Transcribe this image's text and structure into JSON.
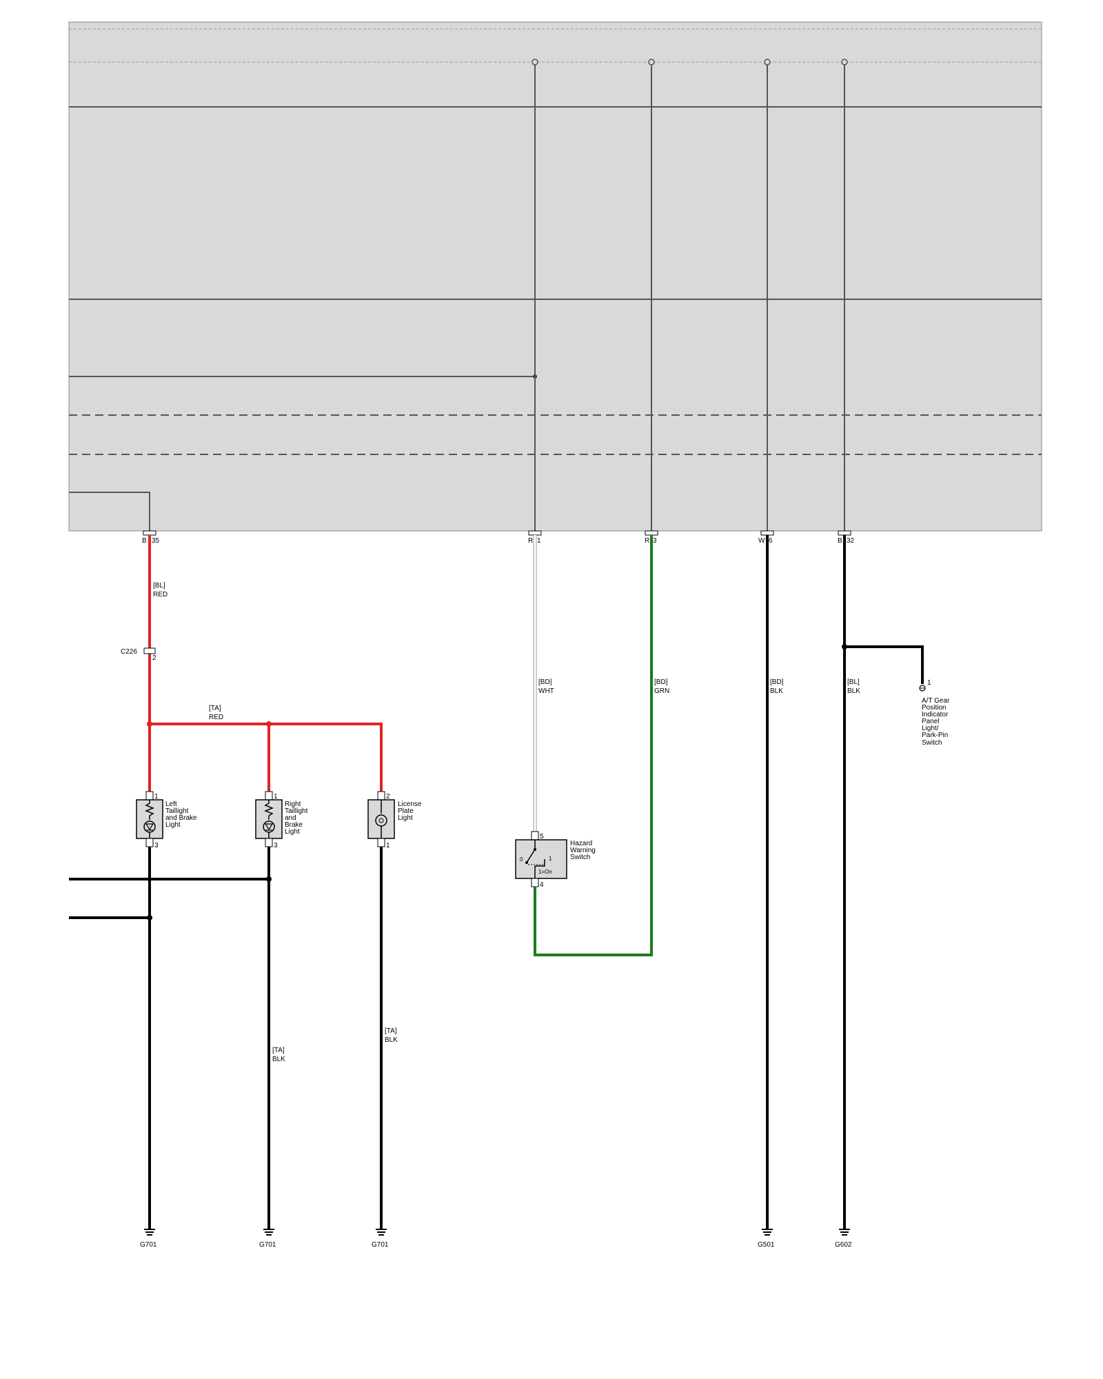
{
  "colors": {
    "unit_fill": "#d9d9d9",
    "wire_red": "#e32222",
    "wire_green": "#1a7d1a",
    "wire_black": "#000000",
    "wire_white_outline": "#9a9a9a",
    "internal_line": "#555555"
  },
  "unit_pins": [
    {
      "label": "B",
      "num": "35"
    },
    {
      "label": "R",
      "num": "1"
    },
    {
      "label": "R",
      "num": "3"
    },
    {
      "label": "W",
      "num": "6"
    },
    {
      "label": "B",
      "num": "32"
    }
  ],
  "wire_labels": {
    "bl_red": [
      "[BL]",
      "RED"
    ],
    "ta_red": [
      "[TA]",
      "RED"
    ],
    "bd_wht": [
      "[BD]",
      "WHT"
    ],
    "bd_grn": [
      "[BD]",
      "GRN"
    ],
    "bd_blk": [
      "[BD]",
      "BLK"
    ],
    "bl_blk": [
      "[BL]",
      "BLK"
    ],
    "ta_blk_right": [
      "[TA]",
      "BLK"
    ],
    "ta_blk_license": [
      "[TA]",
      "BLK"
    ]
  },
  "connector_c226": {
    "name": "C226",
    "pin": "2"
  },
  "components": {
    "left_taillight": {
      "lines": [
        "Left",
        "Taillight",
        "and Brake",
        "Light"
      ],
      "pin_top": "1",
      "pin_bottom": "3"
    },
    "right_taillight": {
      "lines": [
        "Right",
        "Taillight",
        "and",
        "Brake",
        "Light"
      ],
      "pin_top": "1",
      "pin_bottom": "3"
    },
    "license_light": {
      "lines": [
        "License",
        "Plate",
        "Light"
      ],
      "pin_top": "2",
      "pin_bottom": "1"
    },
    "hazard_switch": {
      "lines": [
        "Hazard",
        "Warning",
        "Switch"
      ],
      "pin_top": "5",
      "pin_bottom": "4",
      "pos_off": "0",
      "pos_on": "1",
      "legend": "1=On"
    },
    "at_gear_switch": {
      "lines": [
        "A/T Gear",
        "Position",
        "Indicator",
        "Panel",
        "Light/",
        "Park-Pin",
        "Switch"
      ],
      "pin": "1"
    }
  },
  "grounds": [
    "G701",
    "G701",
    "G701",
    "G501",
    "G602"
  ]
}
